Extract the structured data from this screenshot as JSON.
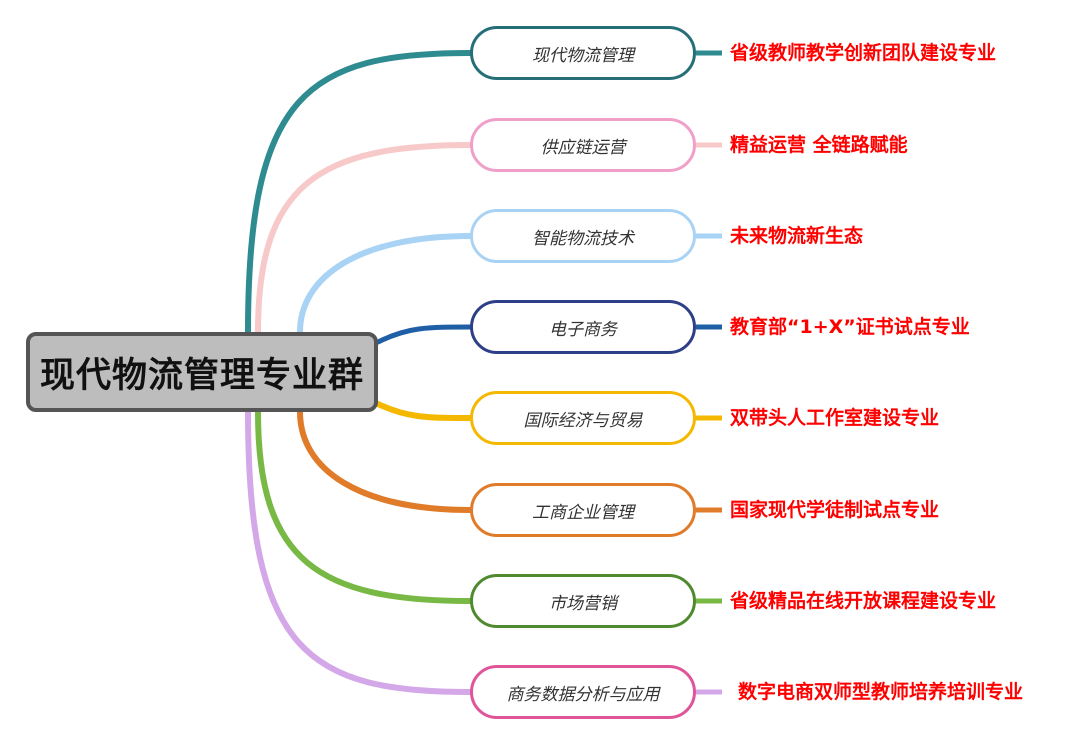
{
  "root": {
    "label": "现代物流管理专业群"
  },
  "branches": [
    {
      "label": "现代物流管理",
      "note": "省级教师教学创新团队建设专业",
      "color": "#2e8b8f",
      "border": "#276f78"
    },
    {
      "label": "供应链运营",
      "note": "精益运营 全链路赋能",
      "color": "#f8c9c9",
      "border": "#f0a0c8"
    },
    {
      "label": "智能物流技术",
      "note": "未来物流新生态",
      "color": "#a9d3f5",
      "border": "#a9d3f5"
    },
    {
      "label": "电子商务",
      "note": "教育部“1+X”证书试点专业",
      "color": "#1f5fa6",
      "border": "#2d3f86"
    },
    {
      "label": "国际经济与贸易",
      "note": "双带头人工作室建设专业",
      "color": "#f5b800",
      "border": "#f5b800"
    },
    {
      "label": "工商企业管理",
      "note": "国家现代学徒制试点专业",
      "color": "#e07b2a",
      "border": "#e07b2a"
    },
    {
      "label": "市场营销",
      "note": "省级精品在线开放课程建设专业",
      "color": "#78b845",
      "border": "#4f8a2f"
    },
    {
      "label": "商务数据分析与应用",
      "note": "数字电商双师型教师培养培训专业",
      "color": "#d4a8e8",
      "border": "#e0559a"
    }
  ]
}
